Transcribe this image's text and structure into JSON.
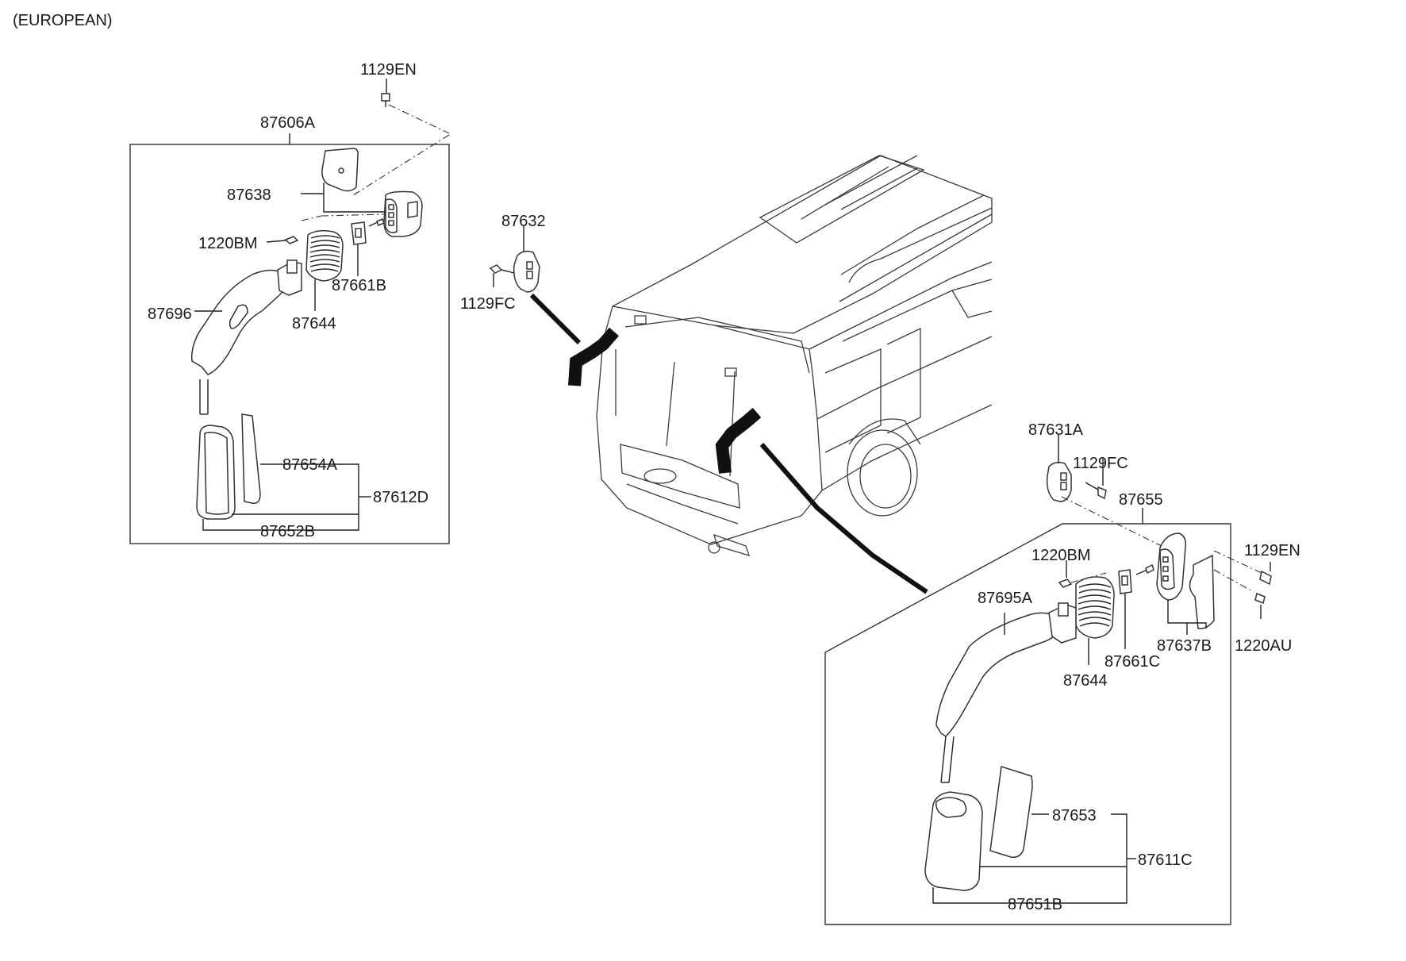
{
  "region_title": "(EUROPEAN)",
  "labels": {
    "p1129EN_top": "1129EN",
    "p87606A": "87606A",
    "p87638": "87638",
    "p1220BM_left": "1220BM",
    "p87661B": "87661B",
    "p87696": "87696",
    "p87644_left": "87644",
    "p87654A": "87654A",
    "p87612D": "87612D",
    "p87652B": "87652B",
    "p87632": "87632",
    "p1129FC_left": "1129FC",
    "p87631A": "87631A",
    "p1129FC_right": "1129FC",
    "p87655": "87655",
    "p1220BM_right": "1220BM",
    "p1129EN_right": "1129EN",
    "p87695A": "87695A",
    "p87637B": "87637B",
    "p1220AU": "1220AU",
    "p87661C": "87661C",
    "p87644_right": "87644",
    "p87653": "87653",
    "p87611C": "87611C",
    "p87651B": "87651B"
  }
}
